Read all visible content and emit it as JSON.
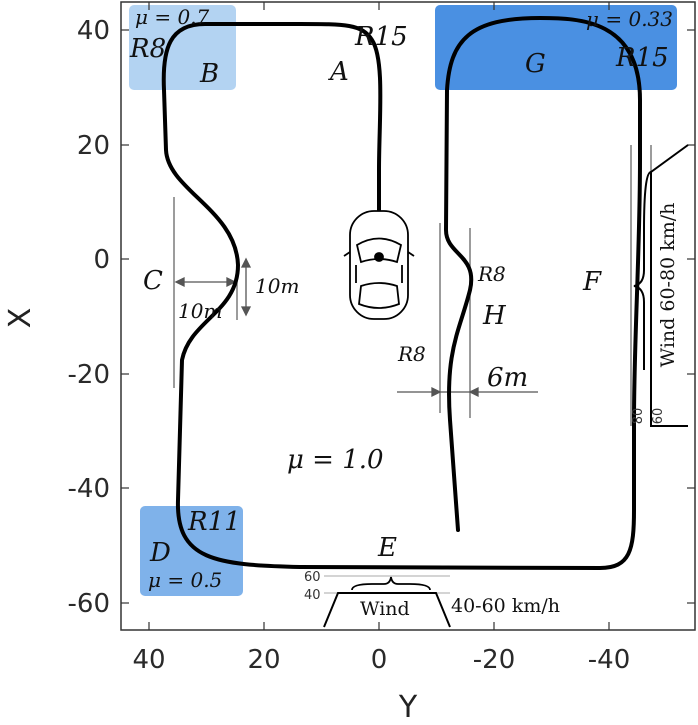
{
  "axes": {
    "xlabel": "Y",
    "ylabel": "X",
    "xticks": [
      "40",
      "20",
      "0",
      "-20",
      "-40"
    ],
    "yticks": [
      "40",
      "20",
      "0",
      "-20",
      "-40",
      "-60"
    ]
  },
  "regions": {
    "B": {
      "mu": "μ = 0.7",
      "radius": "R8",
      "letter": "B",
      "color": "#b3d3f2"
    },
    "G": {
      "mu": "μ = 0.33",
      "radius": "R15",
      "letter": "G",
      "color": "#4a90e2"
    },
    "D": {
      "mu": "μ = 0.5",
      "radius": "R11",
      "letter": "D",
      "color": "#7fb2ea"
    }
  },
  "labels": {
    "A": "A",
    "R15_top": "R15",
    "C": "C",
    "c_width": "10m",
    "c_depth": "10m",
    "E": "E",
    "F": "F",
    "H": "H",
    "R8_h_top": "R8",
    "R8_h_bottom": "R8",
    "h_width": "6m",
    "mu_main": "μ = 1.0"
  },
  "wind_right": {
    "label": "Wind 60-80 km/h",
    "lower": "80",
    "upper": "60"
  },
  "wind_bottom": {
    "label": "Wind",
    "speed": "40-60 km/h",
    "upper": "60",
    "lower": "40"
  },
  "colors": {
    "track": "#000000",
    "frame": "#333333"
  }
}
